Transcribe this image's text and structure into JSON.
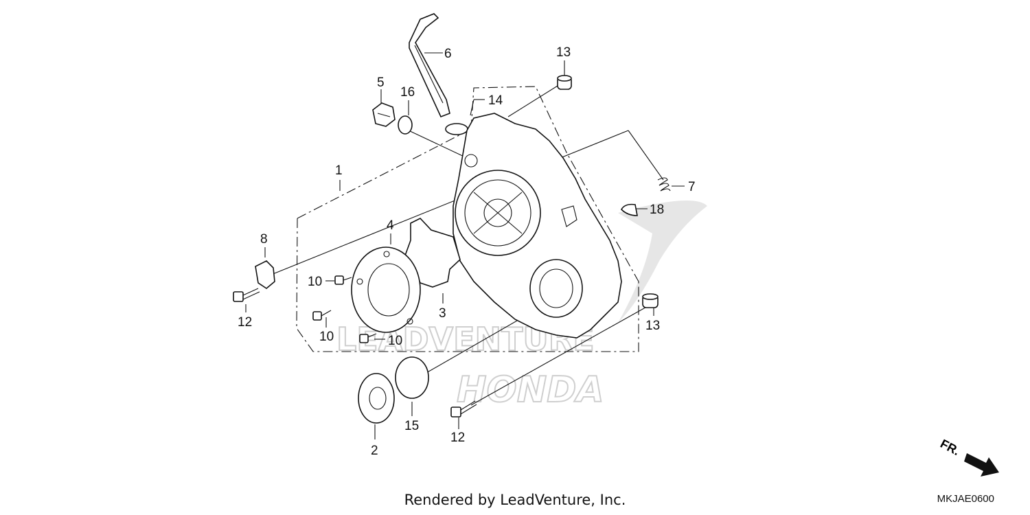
{
  "diagram": {
    "callouts": {
      "c1": "1",
      "c2": "2",
      "c3": "3",
      "c4": "4",
      "c5": "5",
      "c6": "6",
      "c7": "7",
      "c8": "8",
      "c10a": "10",
      "c10b": "10",
      "c10c": "10",
      "c12a": "12",
      "c12b": "12",
      "c13a": "13",
      "c13b": "13",
      "c14": "14",
      "c15": "15",
      "c16": "16",
      "c18": "18"
    },
    "direction_label": "FR.",
    "watermark": {
      "line1": "LEADVENTURE",
      "line2": "HONDA"
    }
  },
  "footer": {
    "credit": "Rendered by LeadVenture, Inc.",
    "diagram_code": "MKJAE0600"
  }
}
